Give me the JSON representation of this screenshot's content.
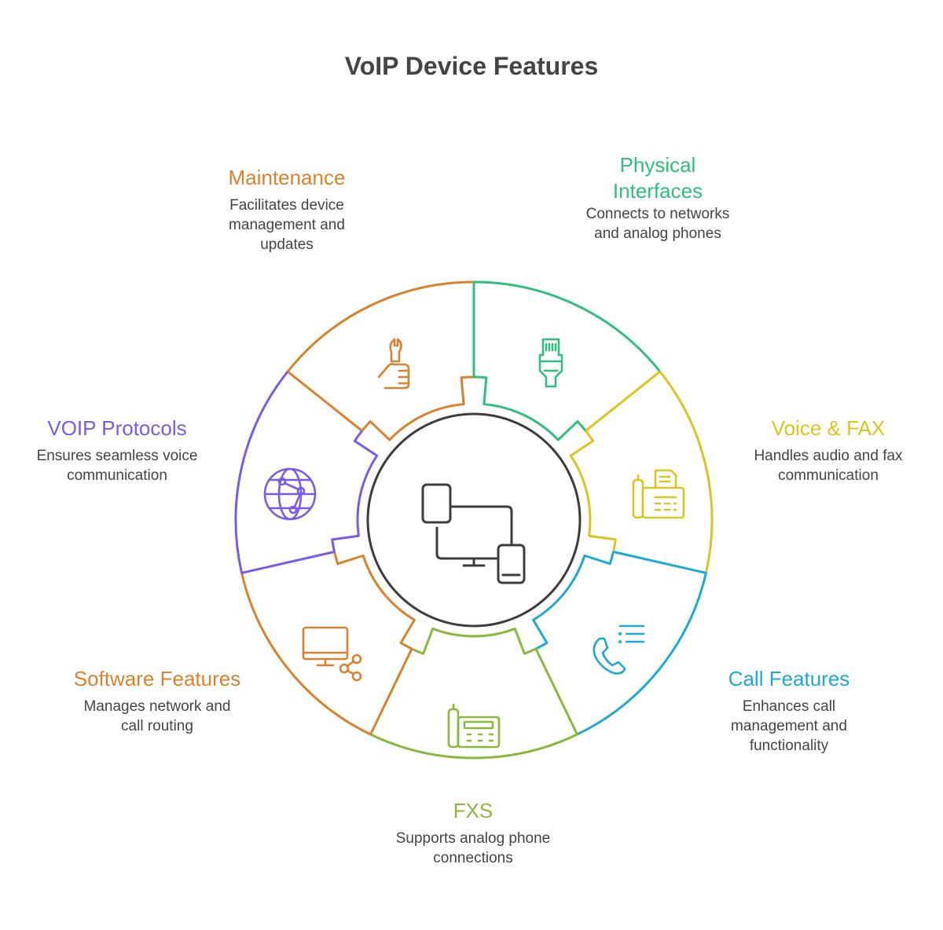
{
  "title": "VoIP Device Features",
  "center": {
    "icon": "devices-icon"
  },
  "colors": {
    "center": "#3c3c3c",
    "maintenance": "#d9822b",
    "physical": "#2fbe7d",
    "voice_fax": "#d8c51f",
    "call": "#1ea8d6",
    "fxs": "#8ab83b",
    "software": "#d9822b",
    "voip": "#7b5be3"
  },
  "segments": [
    {
      "id": "maintenance",
      "title": "Maintenance",
      "description": "Facilitates device management and updates",
      "icon": "wrench-hand-icon",
      "color": "#d9822b"
    },
    {
      "id": "physical",
      "title": "Physical Interfaces",
      "description": "Connects to networks and analog phones",
      "icon": "ethernet-plug-icon",
      "color": "#2fbe7d"
    },
    {
      "id": "voice_fax",
      "title": "Voice & FAX",
      "description": "Handles audio and fax communication",
      "icon": "fax-machine-icon",
      "color": "#d8c51f"
    },
    {
      "id": "call",
      "title": "Call Features",
      "description": "Enhances call management and functionality",
      "icon": "phone-list-icon",
      "color": "#1ea8d6"
    },
    {
      "id": "fxs",
      "title": "FXS",
      "description": "Supports analog phone connections",
      "icon": "desk-phone-icon",
      "color": "#8ab83b"
    },
    {
      "id": "software",
      "title": "Software Features",
      "description": "Manages network and call routing",
      "icon": "monitor-share-icon",
      "color": "#d9822b"
    },
    {
      "id": "voip",
      "title": "VOIP Protocols",
      "description": "Ensures seamless voice communication",
      "icon": "network-globe-icon",
      "color": "#7b5be3"
    }
  ]
}
